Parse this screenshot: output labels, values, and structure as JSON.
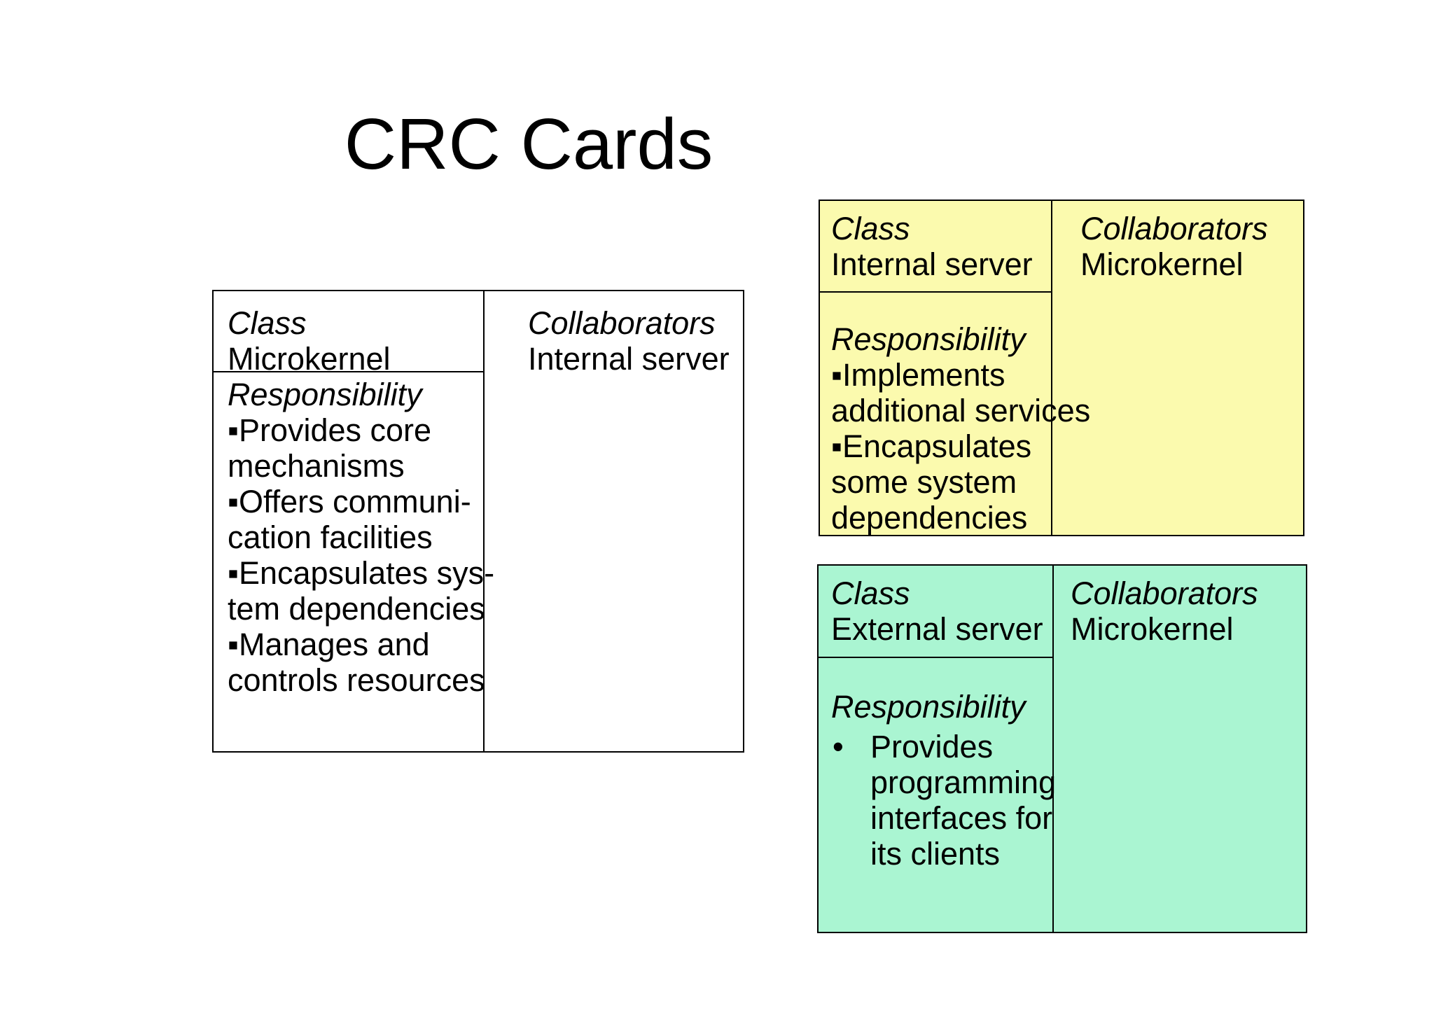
{
  "title": "CRC Cards",
  "colors": {
    "card_white": "#FFFFFF",
    "card_yellow": "#FBFAAE",
    "card_green": "#AAF5D2",
    "border": "#000000",
    "text": "#000000"
  },
  "cards": [
    {
      "class_label": "Class",
      "class_name": "Microkernel",
      "collaborators_label": "Collaborators",
      "collaborator": "Internal server",
      "responsibility_label": "Responsibility",
      "lines": [
        "▪Provides core",
        "mechanisms",
        "▪Offers communi-",
        "cation facilities",
        "▪Encapsulates sys-",
        "tem dependencies",
        "▪Manages and",
        "controls resources"
      ]
    },
    {
      "class_label": "Class",
      "class_name": "Internal server",
      "collaborators_label": "Collaborators",
      "collaborator": "Microkernel",
      "responsibility_label": "Responsibility",
      "lines": [
        "▪Implements",
        "additional services",
        "▪Encapsulates",
        "some system",
        "dependencies"
      ]
    },
    {
      "class_label": "Class",
      "class_name": "External server",
      "collaborators_label": "Collaborators",
      "collaborator": "Microkernel",
      "responsibility_label": "Responsibility",
      "bullet": "•",
      "lines": [
        "Provides",
        "programming",
        "interfaces for",
        "its clients"
      ]
    }
  ]
}
